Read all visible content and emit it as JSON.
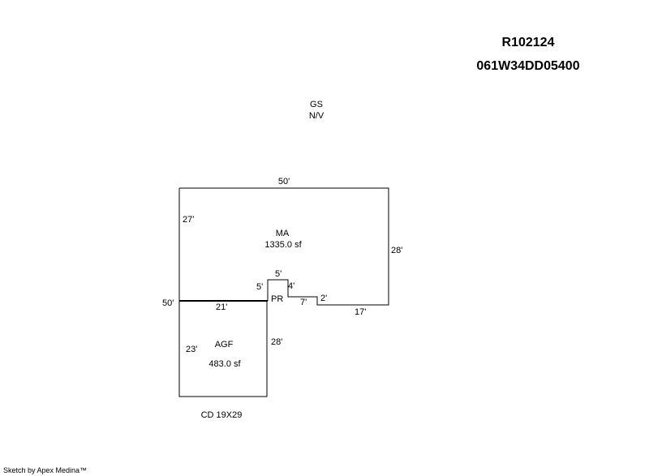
{
  "header": {
    "parcel_id": "R102124",
    "map_number": "061W34DD05400"
  },
  "site_note": {
    "line1": "GS",
    "line2": "N/V"
  },
  "areas": {
    "main": {
      "code": "MA",
      "area": "1335.0 sf"
    },
    "garage": {
      "code": "AGF",
      "area": "483.0 sf"
    },
    "porch": {
      "code": "PR"
    }
  },
  "dimensions": {
    "top": "50'",
    "left_upper": "27'",
    "right": "28'",
    "bottom_right": "17'",
    "step_small": "2'",
    "step_run": "7'",
    "step_rise": "4'",
    "porch_top": "5'",
    "porch_side": "5'",
    "garage_top": "21'",
    "garage_left": "23'",
    "garage_right": "28'",
    "outer_left": "50'"
  },
  "deck_note": "CD 19X29",
  "footer": "Sketch by Apex Medina™"
}
